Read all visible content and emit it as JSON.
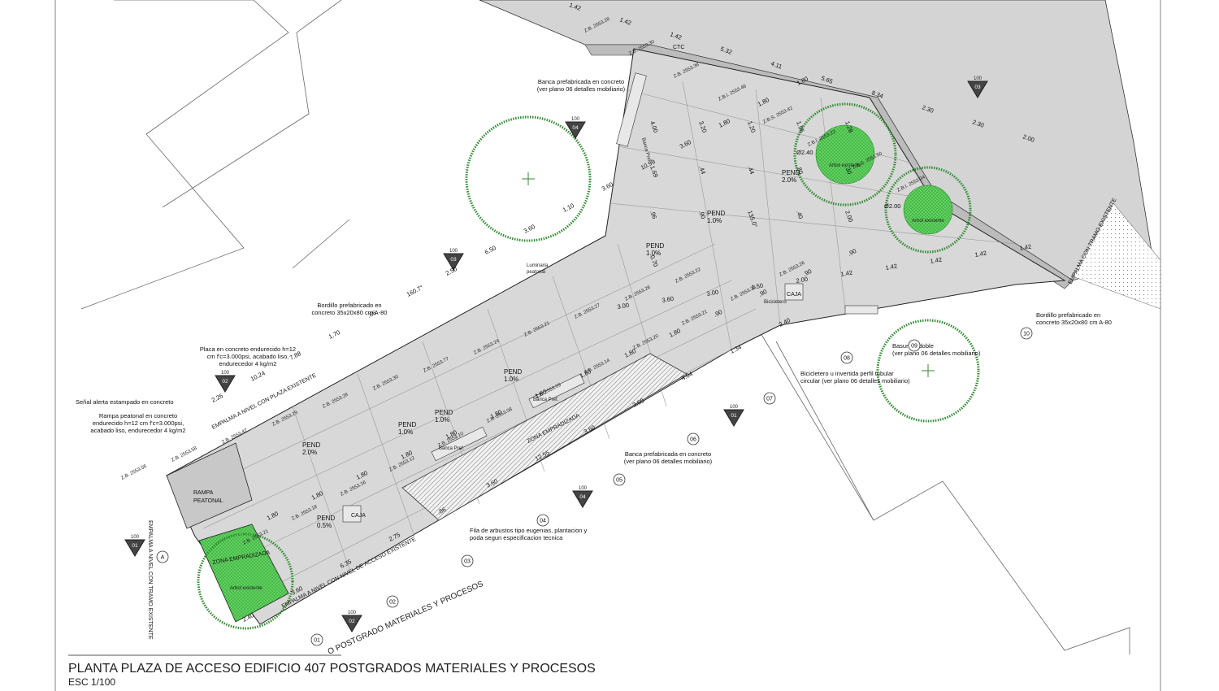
{
  "title": "PLANTA PLAZA DE ACCESO EDIFICIO 407 POSTGRADOS MATERIALES Y PROCESOS",
  "scale": "ESC 1/100",
  "road_label": "O POSTGRADO MATERIALES Y PROCESOS",
  "edge_labels": {
    "top_road": "EMPALMA A NIVEL CON PLAZA EXISTENTE",
    "bottom_road": "EMPALMA A NIVEL CON NIVEL DE ACCESO EXISTENTE",
    "right_end": "EMPALMA CON TRAMO EXISTENTE",
    "left_end": "EMPALMA A NIVEL CON TRAMO EXISTENTE"
  },
  "annotations": {
    "banca_top": [
      "Banca prefabricada en concreto",
      "(ver plano 06 detalles mobiliario)"
    ],
    "bordillo_left": [
      "Bordillo prefabricado en",
      "concreto 35x20x80 cm A-80"
    ],
    "placa": [
      "Placa en concreto endurecido h=12",
      "cm f'c=3.000psi, acabado liso,",
      "endurecedor 4 kg/m2"
    ],
    "senal": [
      "Señal alerta estampado en concreto"
    ],
    "rampa": [
      "Rampa peatonal en concreto",
      "endurecido h=12 cm f'c=3.000psi,",
      "acabado liso, endurecedor 4 kg/m2"
    ],
    "banca_bottom": [
      "Banca prefabricada en concreto",
      "(ver plano 06 detalles mobiliario)"
    ],
    "arbustos": [
      "Fila de arbustos tipo  eugenias, plantacion y",
      "poda segun especificacion tecnica"
    ],
    "basurera": [
      "Basurera doble",
      "(ver plano 06 detalles mobiliario)"
    ],
    "bicicletero": [
      "Bicicletero u invertida perfil tubular",
      "circular (ver plano 06 detalles mobiliario)"
    ],
    "bordillo_right": [
      "Bordillo prefabricado en",
      "concreto 35x20x80 cm A-80"
    ]
  },
  "labels": {
    "zona_empradizada": "ZONA EMPRADIZADA",
    "arbol_existente": "Arbol existente",
    "rampa_peatonal": [
      "RAMPA",
      "PEATONAL"
    ],
    "caja": "CAJA",
    "banca_pref": "Banca Pref.",
    "luminaria": [
      "Luminaria",
      "peatonal"
    ],
    "bicicletero": "Bicicletero",
    "ctc": "CTC"
  },
  "slopes": [
    {
      "text": "PEND",
      "value": "2.0%"
    },
    {
      "text": "PEND",
      "value": "0.5%"
    },
    {
      "text": "PEND",
      "value": "1.0%"
    },
    {
      "text": "PEND",
      "value": "1.0%"
    },
    {
      "text": "PEND",
      "value": "1.0%"
    },
    {
      "text": "PEND",
      "value": "2.0%"
    },
    {
      "text": "PEND",
      "value": "1.0%"
    },
    {
      "text": "PEND",
      "value": "1.0%"
    }
  ],
  "grid_axes": [
    "01",
    "02",
    "03",
    "04",
    "05",
    "06",
    "07",
    "08",
    "09",
    "10",
    "A"
  ],
  "section_marks": [
    {
      "num": "01",
      "sheet": "100"
    },
    {
      "num": "02",
      "sheet": "100"
    },
    {
      "num": "03",
      "sheet": "100"
    },
    {
      "num": "03",
      "sheet": "100"
    },
    {
      "num": "04",
      "sheet": "100"
    },
    {
      "num": "02",
      "sheet": "100"
    },
    {
      "num": "04",
      "sheet": "100"
    },
    {
      "num": "01",
      "sheet": "100"
    }
  ],
  "tree_diameters": [
    "Ø2.40",
    "Ø2.00"
  ],
  "dimensions": [
    "2.40",
    "3.60",
    "6.35",
    "2.75",
    ".86",
    "3.60",
    "12.55",
    "3.60",
    "3.60",
    "4.04",
    "1.34",
    "2.40",
    "2.26",
    "10.24",
    "7.88",
    "1.70",
    ".66",
    "160.7°",
    "2.50",
    "6.50",
    "3.60",
    "1.10",
    "3.60",
    "10.99",
    "3.60",
    "1.80",
    "1.80",
    "1.80",
    "1.80",
    "1.80",
    "1.80",
    "1.80",
    "1.80",
    "1.80",
    "1.80",
    "1.80",
    "1.80",
    "1.80",
    ".90",
    ".90",
    ".90",
    ".90",
    "3.00",
    "3.60",
    "3.00",
    "1.50",
    "2.00",
    "1.42",
    "1.42",
    "1.42",
    "1.42",
    "1.42",
    "1.42",
    "1.42",
    "1.42",
    "5.32",
    "4.11",
    "5.65",
    "8.34",
    "2.30",
    "2.30",
    "2.00",
    "4.00",
    "3.20",
    "1.20",
    "1.95",
    "1.28",
    "1.69",
    ".44",
    ".44",
    ".80",
    ".30",
    ".96",
    ".90",
    "135.0°",
    ".40",
    "2.00",
    "0.70"
  ],
  "levels": [
    "Z.B. 2553.56",
    "Z.B. 2553.58",
    "Z.B. 2553.42",
    "Z.B. 2553.29",
    "Z.B. 2553.28",
    "Z.B. 2553.30",
    "Z.B. 2553.77",
    "Z.B. 2553.24",
    "Z.B. 2553.21",
    "Z.B. 2553.27",
    "Z.B. 2553.26",
    "Z.B. 2553.22",
    "Z.B. 2553.21",
    "Z.B. 2553.18",
    "Z.B. 2553.16",
    "Z.B. 2553.12",
    "Z.B. 2553.10",
    "Z.B. 2553.08",
    "Z.B. 2553.09",
    "Z.B. 2553.14",
    "Z.B. 2553.20",
    "Z.B. 2553.21",
    "Z.B. 2553.24",
    "Z.B. 2553.26",
    "Z.B. 2553.28",
    "Z.B. 2553.30",
    "Z.B. 2553.38",
    "Z.B.I. 2553.46",
    "Z.B.S. 2553.42",
    "Z.B.I. 2553.22",
    "Z.B.S. 2553.50",
    "Z.B.I. 2553.34"
  ]
}
